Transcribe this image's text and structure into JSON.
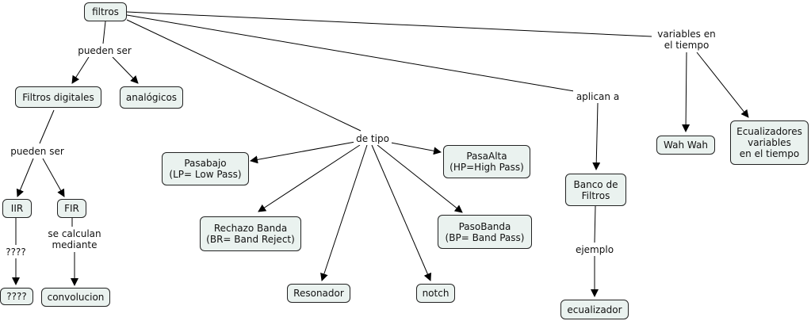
{
  "nodes": {
    "filtros": "filtros",
    "filtros_digitales": "Filtros digitales",
    "analogicos": "analógicos",
    "iir": "IIR",
    "fir": "FIR",
    "iir_child": "????",
    "convolucion": "convolucion",
    "pasabajo": "Pasabajo\n(LP= Low Pass)",
    "rechazo_banda": "Rechazo Banda\n(BR= Band Reject)",
    "resonador": "Resonador",
    "notch": "notch",
    "pasaalta": "PasaAlta\n(HP=High Pass)",
    "pasobanda": "PasoBanda\n(BP= Band Pass)",
    "banco_filtros": "Banco de\nFiltros",
    "ecualizador": "ecualizador",
    "wah_wah": "Wah Wah",
    "ecualizadores_variables": "Ecualizadores\nvariables\nen el tiempo"
  },
  "links": {
    "pueden_ser_1": "pueden ser",
    "pueden_ser_2": "pueden ser",
    "de_tipo": "de tipo",
    "aplican_a": "aplican a",
    "variables_tiempo": "variables en\nel tiempo",
    "iir_link": "????",
    "se_calculan": "se calculan\nmediante",
    "ejemplo": "ejemplo"
  }
}
